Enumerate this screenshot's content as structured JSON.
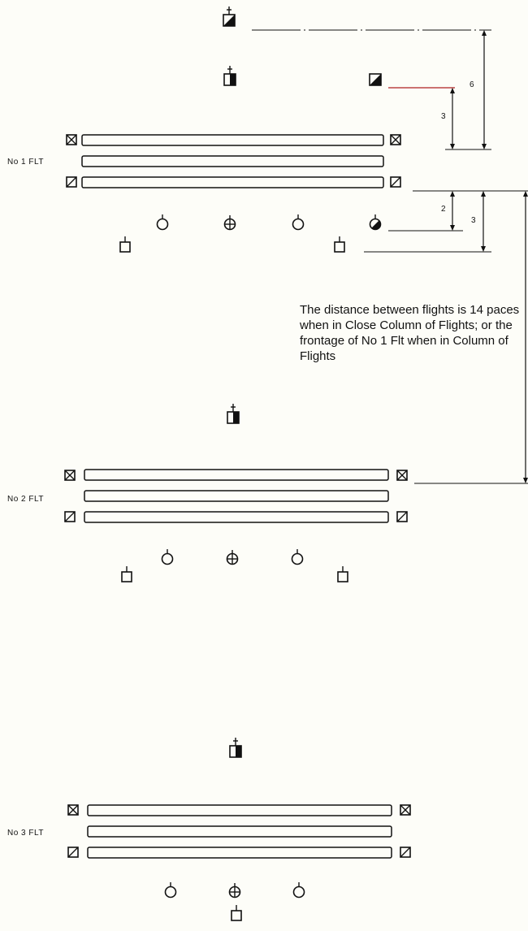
{
  "flights": [
    {
      "label": "No 1 FLT"
    },
    {
      "label": "No 2 FLT"
    },
    {
      "label": "No 3 FLT"
    }
  ],
  "dimensions": {
    "six": "6",
    "three_upper": "3",
    "two": "2",
    "three_lower": "3"
  },
  "note": "The distance between flights is 14 paces when in Close Column of Flights; or the frontage of No 1 Flt when in Column of Flights",
  "colors": {
    "ink": "#111111",
    "paper": "#fdfdf8",
    "dimension_line": "#b02020"
  }
}
